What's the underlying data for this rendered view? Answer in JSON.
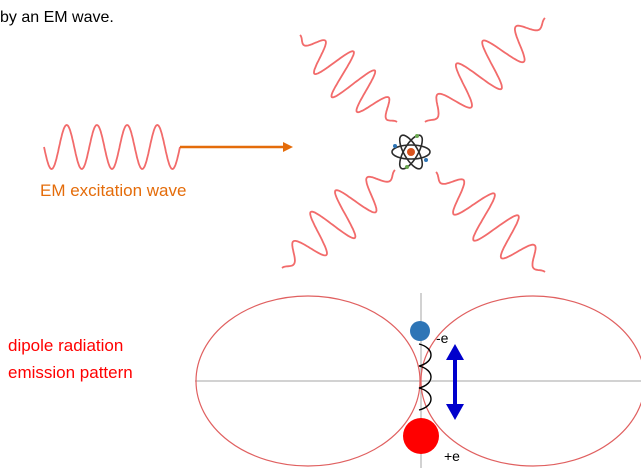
{
  "caption_top": "by an EM wave.",
  "excitation_label": "EM excitation wave",
  "pattern_label": {
    "line1": "dipole radiation",
    "line2": "emission pattern"
  },
  "charges": {
    "negative": "-e",
    "positive": "+e"
  },
  "icons": {
    "atom": "atom-icon"
  },
  "colors": {
    "wave": "#f26b6b",
    "excitation": "#e46c0a",
    "pattern_label": "#ff0000",
    "lobes": "#e06060",
    "axes": "#a6a6a6",
    "negative_charge": "#2e75b6",
    "positive_charge": "#ff0000",
    "dipole_arrow": "#0000cc",
    "spring": "#000000"
  }
}
